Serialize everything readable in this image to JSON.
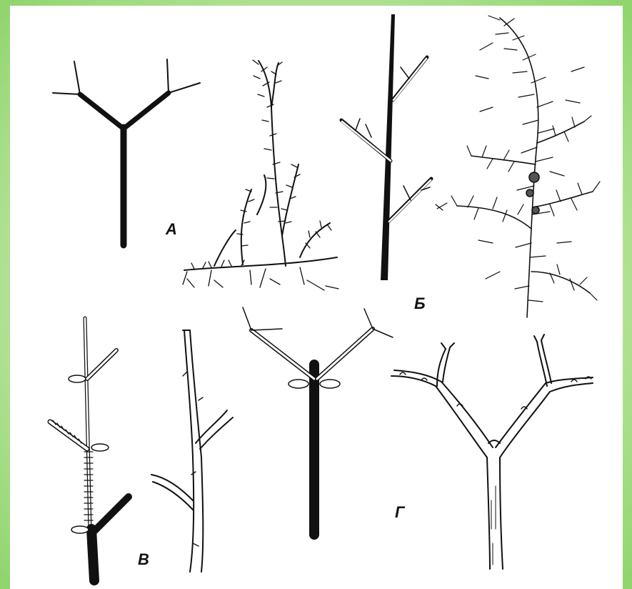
{
  "figure": {
    "labels": {
      "a": "А",
      "b": "Б",
      "v": "В",
      "g": "Г"
    },
    "colors": {
      "background_green": "#8fd46c",
      "panel": "#ffffff",
      "ink": "#111111"
    }
  }
}
